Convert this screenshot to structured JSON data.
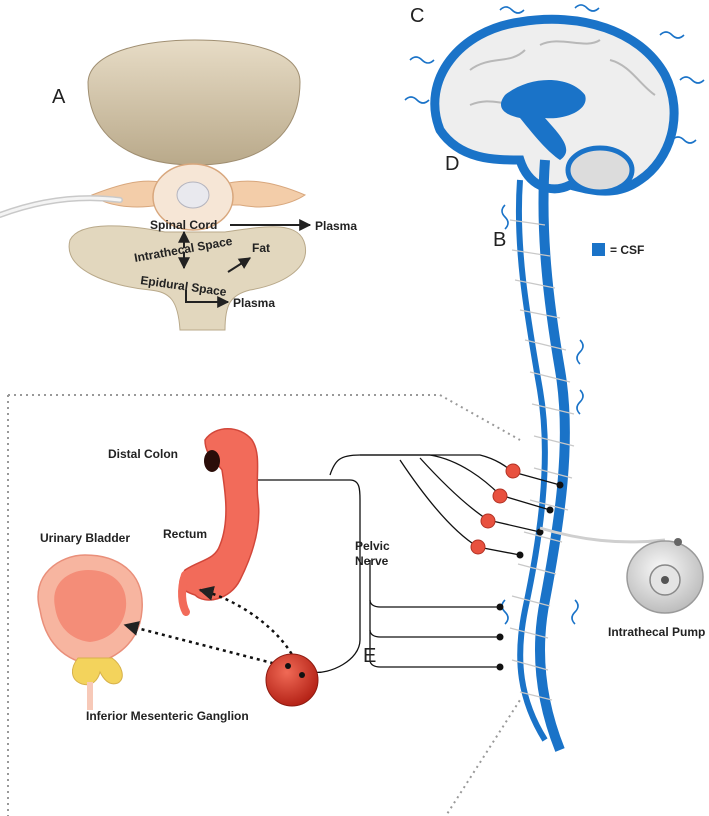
{
  "panels": {
    "a": "A",
    "b": "B",
    "c": "C",
    "d": "D",
    "e": "E"
  },
  "spinal_section": {
    "spinal_cord": "Spinal Cord",
    "intrathecal_space": "Intrathecal Space",
    "epidural_space": "Epidural Space",
    "fat": "Fat",
    "plasma_upper": "Plasma",
    "plasma_lower": "Plasma"
  },
  "legend": {
    "csf": "= CSF",
    "csf_color": "#1a73c8"
  },
  "organs": {
    "distal_colon": "Distal Colon",
    "rectum": "Rectum",
    "urinary_bladder": "Urinary Bladder",
    "ganglion": "Inferior Mesenteric Ganglion",
    "pelvic_nerve_line1": "Pelvic",
    "pelvic_nerve_line2": "Nerve",
    "pump": "Intrathecal Pump"
  },
  "colors": {
    "bone": "#efe6d6",
    "tissue": "#f3cda9",
    "ganglion": "#d9372c",
    "colon": "#f26b5a",
    "bladder": "#f7b5a0"
  }
}
